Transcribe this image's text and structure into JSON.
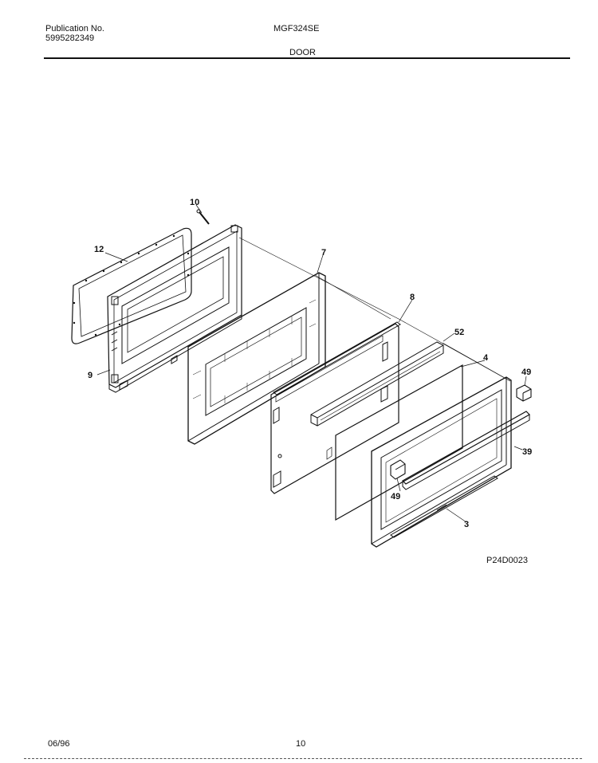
{
  "header": {
    "publication_label": "Publication No.",
    "publication_number": "5995282349",
    "model": "MGF324SE",
    "section": "DOOR"
  },
  "diagram": {
    "figure_code": "P24D0023",
    "callouts": {
      "c10": "10",
      "c12": "12",
      "c7": "7",
      "c8": "8",
      "c52": "52",
      "c4": "4",
      "c49a": "49",
      "c9": "9",
      "c39": "39",
      "c49b": "49",
      "c3": "3"
    }
  },
  "footer": {
    "date": "06/96",
    "page": "10"
  }
}
